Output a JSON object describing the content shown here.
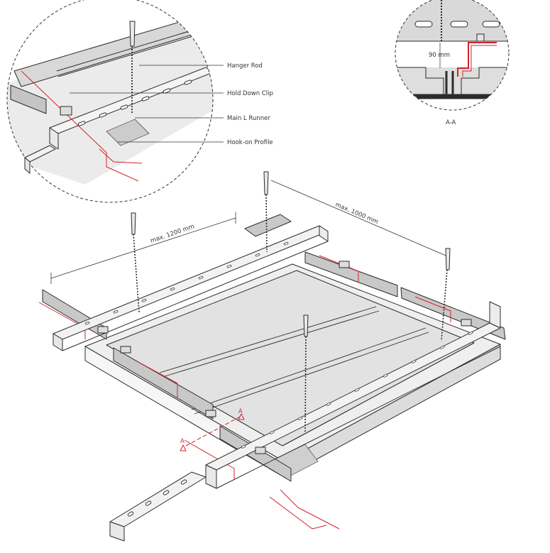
{
  "detail_callouts": {
    "hanger_rod": "Hanger Rod",
    "hold_down_clip": "Hold Down Clip",
    "main_l_runner": "Main L Runner",
    "hook_on_profile": "Hook-on Profile"
  },
  "section_view": {
    "dimension": "90 mm",
    "label": "A-A"
  },
  "dimensions": {
    "max_runner_spacing": "max. 1200 mm",
    "max_hanger_spacing": "max. 1000 mm"
  },
  "section_markers": {
    "upper": "A",
    "lower": "A"
  },
  "colors": {
    "line": "#2b2b2b",
    "accent_red": "#d2232a",
    "panel_fill": "#e6e6e6",
    "profile_fill": "#c8c8c8",
    "runner_fill": "#f2f2f2"
  }
}
